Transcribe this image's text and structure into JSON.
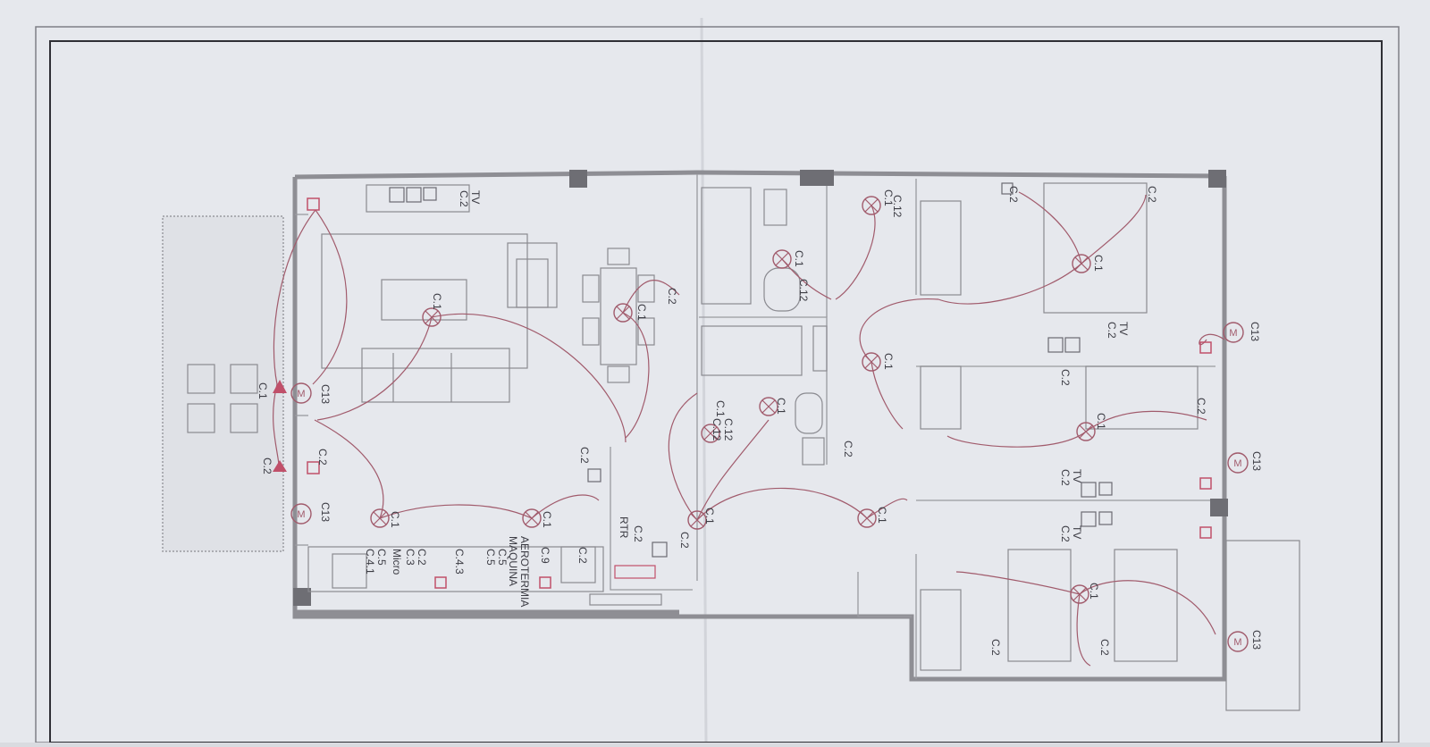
{
  "plan": {
    "texts": [
      {
        "id": "tv-living",
        "text": "C.2\nTV"
      },
      {
        "id": "light-living",
        "text": "C.1"
      },
      {
        "id": "light-dining",
        "text": "C.1"
      },
      {
        "id": "socket-dining",
        "text": "C.2"
      },
      {
        "id": "light-terrace",
        "text": "C.1"
      },
      {
        "id": "motor-terrace-1",
        "text": "C13"
      },
      {
        "id": "socket-terrace-1",
        "text": "C.2"
      },
      {
        "id": "socket-terrace-2",
        "text": "C.2"
      },
      {
        "id": "motor-terrace-2",
        "text": "C13"
      },
      {
        "id": "light-kitchen-1",
        "text": "C.1"
      },
      {
        "id": "light-kitchen-2",
        "text": "C.1"
      },
      {
        "id": "socket-hall",
        "text": "C.2"
      },
      {
        "id": "kitchen-circuits",
        "text": "C.4.1\nC.5"
      },
      {
        "id": "kitchen-micro",
        "text": "Micro"
      },
      {
        "id": "kitchen-c3",
        "text": "C.3\nC.2"
      },
      {
        "id": "kitchen-c43",
        "text": "C.4.3"
      },
      {
        "id": "kitchen-c5",
        "text": "C.5\nC.5"
      },
      {
        "id": "kitchen-c9",
        "text": "C.9"
      },
      {
        "id": "maquina",
        "text": "MAQUINA\nAEROTERMIA"
      },
      {
        "id": "kitchen-c2",
        "text": "C.2"
      },
      {
        "id": "rtr-label",
        "text": "RTR"
      },
      {
        "id": "rtr-c2",
        "text": "C.2"
      },
      {
        "id": "light-hall",
        "text": "C.1"
      },
      {
        "id": "socket-hall-2",
        "text": "C.2"
      },
      {
        "id": "bath1-light",
        "text": "C.1"
      },
      {
        "id": "bath1-c12",
        "text": "C.12"
      },
      {
        "id": "bath1-c12b",
        "text": "C.12"
      },
      {
        "id": "bath1-c1b",
        "text": "C.1"
      },
      {
        "id": "bath2-light",
        "text": "C.1"
      },
      {
        "id": "bath2-c12",
        "text": "C.12\nC.12"
      },
      {
        "id": "bath2-c1",
        "text": "C.1"
      },
      {
        "id": "bath2-socket",
        "text": "C.2"
      },
      {
        "id": "corridor-light",
        "text": "C.1"
      },
      {
        "id": "corridor-light-2",
        "text": "C.1"
      },
      {
        "id": "bed1-c2a",
        "text": "C.2"
      },
      {
        "id": "bed1-c2b",
        "text": "C.2"
      },
      {
        "id": "bed1-light",
        "text": "C.1"
      },
      {
        "id": "bed1-tv",
        "text": "C.2\nTV"
      },
      {
        "id": "bed1-motor",
        "text": "C13"
      },
      {
        "id": "bed2-c2",
        "text": "C.2"
      },
      {
        "id": "bed2-light",
        "text": "C.1"
      },
      {
        "id": "bed2-c2b",
        "text": "C.2"
      },
      {
        "id": "bed2-motor",
        "text": "C13"
      },
      {
        "id": "bed2-tv",
        "text": "C.2\nTV"
      },
      {
        "id": "bed3-tv",
        "text": "C.2\nTV"
      },
      {
        "id": "bed3-light",
        "text": "C.1"
      },
      {
        "id": "bed3-c2a",
        "text": "C.2"
      },
      {
        "id": "bed3-c2b",
        "text": "C.2"
      },
      {
        "id": "bed3-motor",
        "text": "C13"
      }
    ]
  },
  "colors": {
    "paper": "#e6e8ed",
    "wall": "#8e8e94",
    "circuit": "#a15b6c",
    "socket": "#c0506a",
    "text": "#3c3c44"
  }
}
